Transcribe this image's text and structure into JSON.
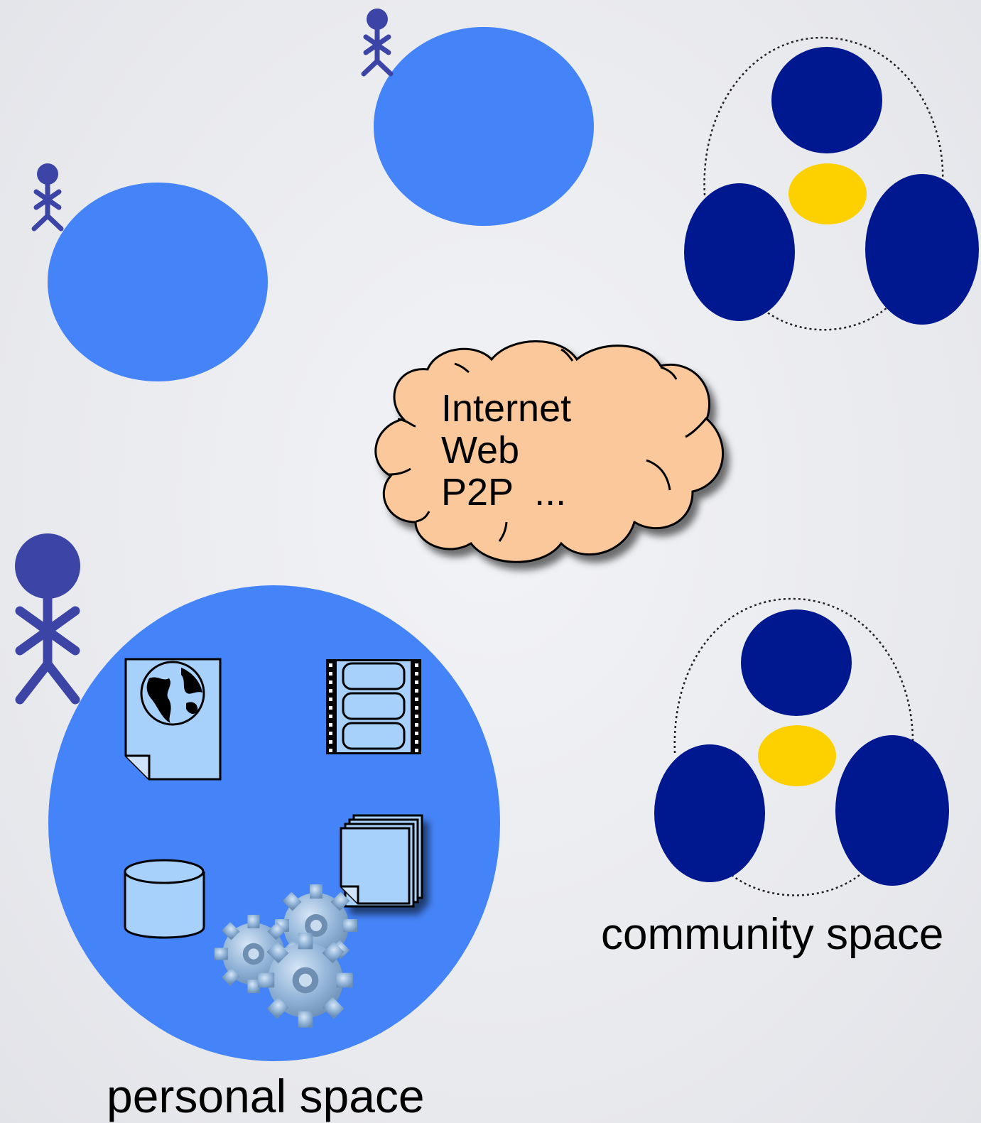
{
  "cloud": {
    "lines": [
      "Internet",
      "Web",
      "P2P  ..."
    ],
    "fill": "#fbc89b"
  },
  "labels": {
    "personal_space": "personal space",
    "community_space": "community space"
  },
  "colors": {
    "personal_space_fill": "#4584f8",
    "community_member_fill": "#00188f",
    "community_shared_fill": "#fdd100",
    "person_fill": "#3c44a6",
    "icon_fill": "#a7d1fb"
  }
}
